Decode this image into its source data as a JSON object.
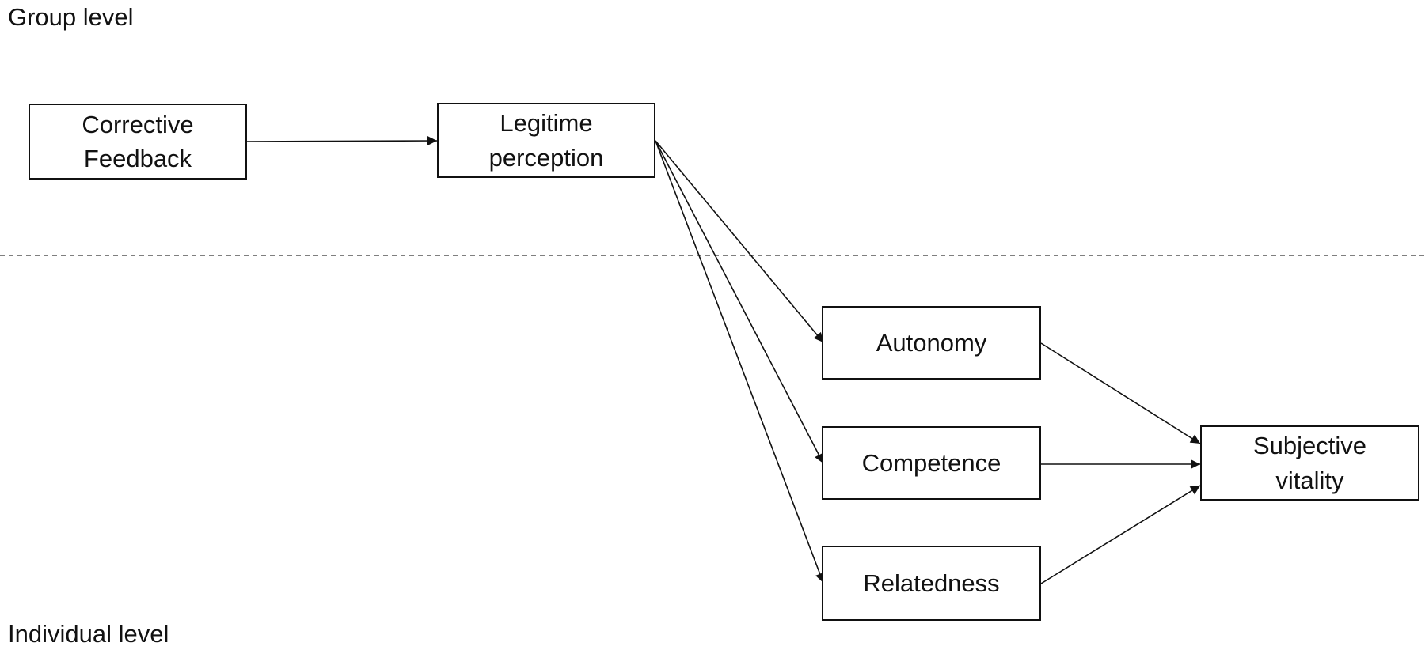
{
  "levels": {
    "group": "Group level",
    "individual": "Individual level"
  },
  "nodes": {
    "corrective_feedback": {
      "line1": "Corrective",
      "line2": "Feedback"
    },
    "legitime_perception": {
      "line1": "Legitime",
      "line2": "perception"
    },
    "autonomy": {
      "label": "Autonomy"
    },
    "competence": {
      "label": "Competence"
    },
    "relatedness": {
      "label": "Relatedness"
    },
    "subjective_vitality": {
      "line1": "Subjective",
      "line2": "vitality"
    }
  },
  "colors": {
    "stroke": "#111111",
    "divider": "#555555",
    "background": "#ffffff"
  }
}
